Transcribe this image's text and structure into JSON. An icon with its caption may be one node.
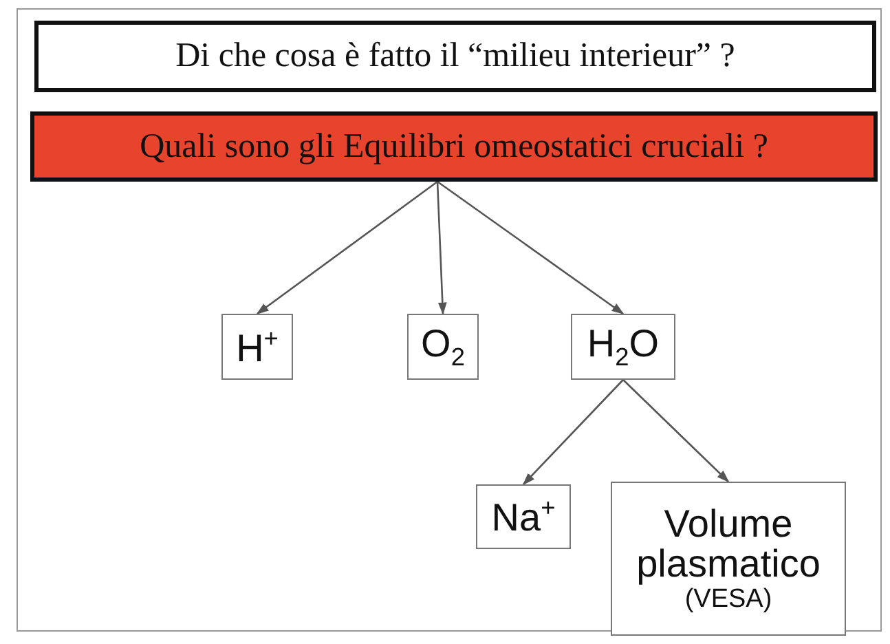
{
  "diagram": {
    "nodes": [
      {
        "text": [
          "Di che cosa è fatto il “milieu interieur” ?"
        ]
      },
      {
        "text": [
          "Quali sono gli Equilibri omeostatici cruciali ?"
        ]
      },
      {
        "text": [
          "H$^{+}$"
        ]
      },
      {
        "text": [
          "O$_{2}$"
        ]
      },
      {
        "text": [
          "H$_{2}$O"
        ]
      },
      {
        "text": [
          "Na$^{+}$"
        ]
      },
      {
        "text": [
          "Volume plasmatico",
          "(VESA)"
        ]
      }
    ],
    "edges": [
      {
        "from": 1,
        "to": 2,
        "arrow": "to"
      },
      {
        "from": 1,
        "to": 3,
        "arrow": "to"
      },
      {
        "from": 1,
        "to": 4,
        "arrow": "to"
      },
      {
        "from": 4,
        "to": 5,
        "arrow": "to"
      },
      {
        "from": 4,
        "to": 6,
        "arrow": "to"
      }
    ]
  }
}
